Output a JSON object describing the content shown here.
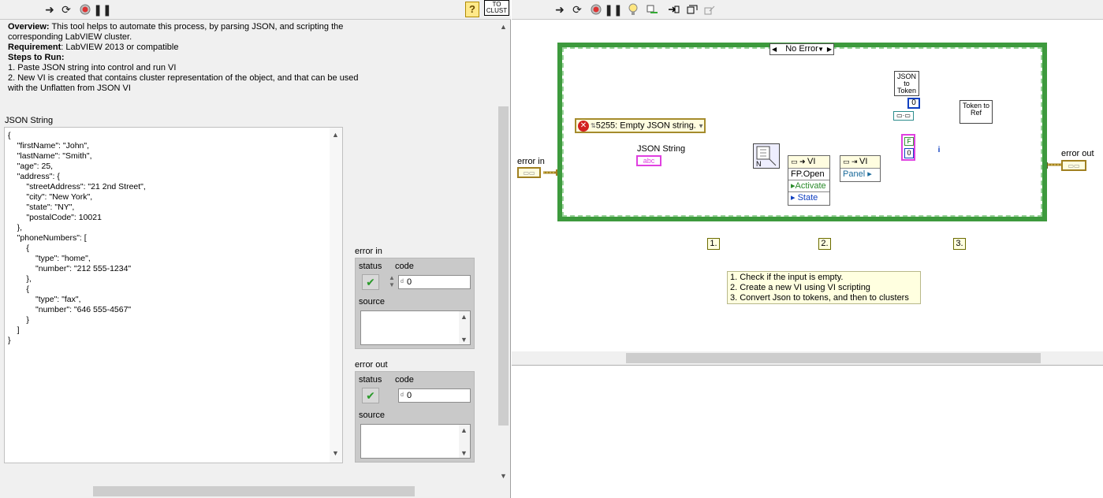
{
  "front_panel": {
    "toolbar": {
      "run_icon": "run-arrow-icon",
      "run_continuous_icon": "run-continuously-icon",
      "abort_icon": "abort-icon",
      "pause_icon": "pause-icon",
      "help_icon_label": "?",
      "vi_icon_label": "TO CLUST"
    },
    "overview": {
      "overview_title": "Overview:",
      "overview_text": " This tool helps to automate this process, by parsing JSON, and scripting the corresponding LabVIEW cluster.",
      "requirement_title": "Requirement",
      "requirement_text": ": LabVIEW 2013 or compatible",
      "steps_title": "Steps to Run:",
      "step1": "1. Paste JSON string into control and run VI",
      "step2": "2. New VI is created that contains cluster representation of the object, and that can be used with the Unflatten from JSON VI"
    },
    "json_string": {
      "label": "JSON String",
      "value": "{\n    \"firstName\": \"John\",\n    \"lastName\": \"Smith\",\n    \"age\": 25,\n    \"address\": {\n        \"streetAddress\": \"21 2nd Street\",\n        \"city\": \"New York\",\n        \"state\": \"NY\",\n        \"postalCode\": 10021\n    },\n    \"phoneNumbers\": [\n        {\n            \"type\": \"home\",\n            \"number\": \"212 555-1234\"\n        },\n        {\n            \"type\": \"fax\",\n            \"number\": \"646 555-4567\"\n        }\n    ]\n}"
    },
    "error_in": {
      "label": "error in",
      "status_label": "status",
      "code_label": "code",
      "code_value": "0",
      "source_label": "source",
      "code_prefix": "d"
    },
    "error_out": {
      "label": "error out",
      "status_label": "status",
      "code_label": "code",
      "code_value": "0",
      "source_label": "source",
      "code_prefix": "d"
    }
  },
  "block_diagram": {
    "toolbar": {
      "run_icon": "run-arrow-icon",
      "run_continuous_icon": "run-continuously-icon",
      "abort_icon": "abort-icon",
      "pause_icon": "pause-icon",
      "highlight_icon": "highlight-execution-icon",
      "retain_icon": "retain-wire-values-icon",
      "step_into_icon": "step-into-icon",
      "step_over_icon": "step-over-icon",
      "step_out_icon": "step-out-icon"
    },
    "case_selector": "No Error",
    "error_constant": "5255: Empty JSON string.",
    "json_string_terminal": "JSON String",
    "json_string_terminal_type": "abc",
    "error_in_terminal": "error in",
    "error_out_terminal": "error out",
    "property_node_1": {
      "header": "VI",
      "rows": [
        "FP.Open",
        "Activate",
        "State"
      ]
    },
    "property_node_2": {
      "header": "VI",
      "rows": [
        "Panel"
      ]
    },
    "json_to_token": "JSON to Token",
    "token_to_ref": "Token to Ref",
    "const_zero_1": "0",
    "const_zero_2": "0",
    "const_false": "F",
    "index_label": "i",
    "step_labels": [
      "1.",
      "2.",
      "3."
    ],
    "note_lines": [
      "1. Check if the input is empty.",
      "2. Create a new VI using VI scripting",
      "3. Convert Json to tokens, and then to clusters"
    ],
    "colors": {
      "error_wire": "#c8a22a",
      "string_wire": "#e040e0",
      "ref_wire": "#2c8c8c",
      "numeric_wire": "#1040c0",
      "case_frame": "#3d9a3d"
    }
  }
}
